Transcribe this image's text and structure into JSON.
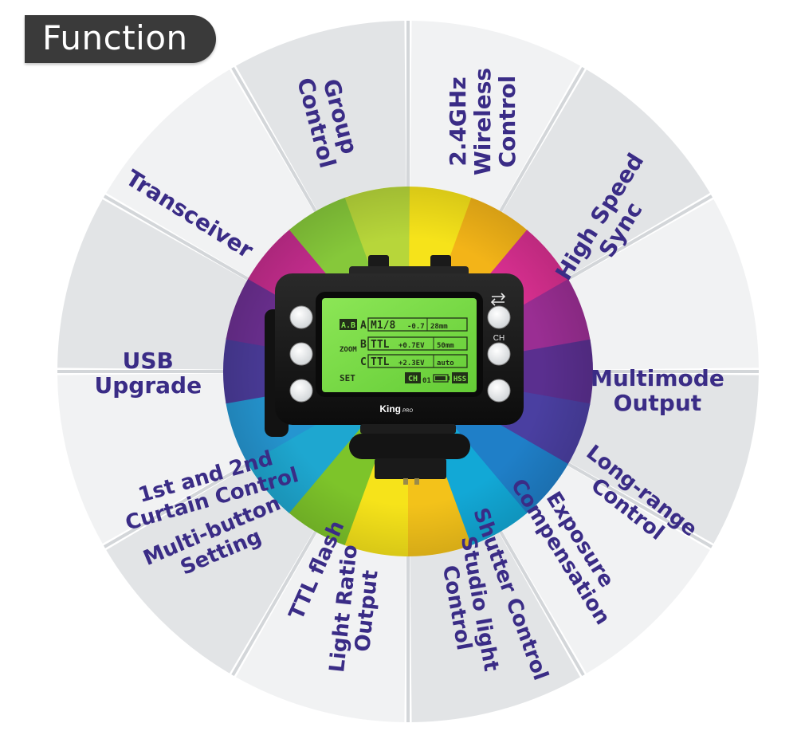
{
  "header": {
    "title": "Function"
  },
  "wheel": {
    "features": [
      {
        "lines": [
          "Group",
          "Control"
        ]
      },
      {
        "lines": [
          "2.4GHz",
          "Wireless",
          "Control"
        ]
      },
      {
        "lines": [
          "High Speed",
          "Sync"
        ]
      },
      {
        "lines": [
          "Multimode",
          "Output"
        ]
      },
      {
        "lines": [
          "Long-range",
          "Control"
        ]
      },
      {
        "lines": [
          "Exposure",
          "Compensation"
        ]
      },
      {
        "lines": [
          "Shutter Control"
        ]
      },
      {
        "lines": [
          "Studio light",
          "Control"
        ]
      },
      {
        "lines": [
          "Light Ratio",
          "Output"
        ]
      },
      {
        "lines": [
          "TTL flash"
        ]
      },
      {
        "lines": [
          "Multi-button",
          "Setting"
        ]
      },
      {
        "lines": [
          "1st and 2nd",
          "Curtain Control"
        ]
      },
      {
        "lines": [
          "USB",
          "Upgrade"
        ]
      },
      {
        "lines": [
          "Transceiver"
        ]
      }
    ]
  },
  "device": {
    "brand": "King",
    "brand_suffix": "PRO",
    "ch_label": "CH",
    "lcd": {
      "group_badge": "A.B",
      "zoom_label": "ZOOM",
      "set_label": "SET",
      "rows": [
        {
          "group": "A",
          "mode": "M1/8",
          "comp": "-0.7",
          "zoom": "28mm"
        },
        {
          "group": "B",
          "mode": "TTL",
          "comp": "+0.7EV",
          "zoom": "50mm"
        },
        {
          "group": "C",
          "mode": "TTL",
          "comp": "+2.3EV",
          "zoom": "auto"
        }
      ],
      "channel_label": "CH",
      "channel_value": "01",
      "hss_label": "HSS"
    }
  },
  "colors": {
    "text": "#3a2c86",
    "badge_bg": "#3a3a3a",
    "segment_light": "#f1f2f3",
    "segment_dark": "#e2e4e6",
    "lcd_green": "#7fe04a"
  }
}
